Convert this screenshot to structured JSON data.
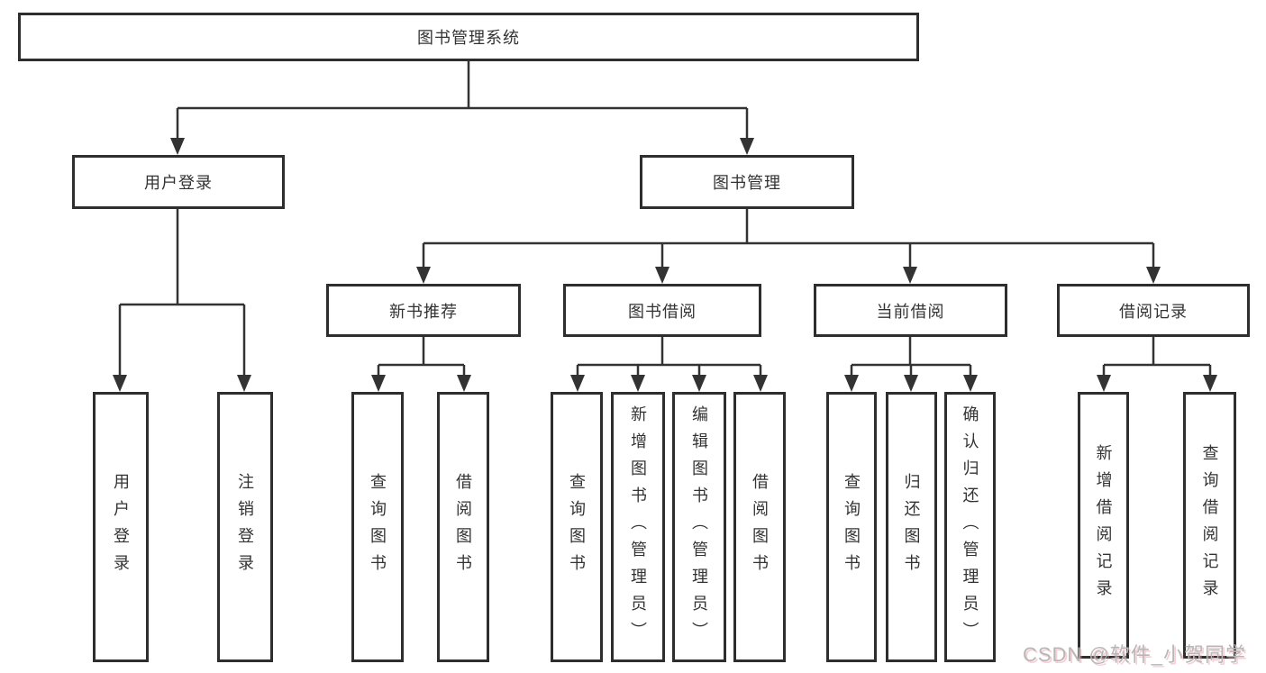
{
  "tree": {
    "root": {
      "label": "图书管理系统"
    },
    "branches": {
      "user": {
        "label": "用户登录",
        "leaves": [
          {
            "label": "用户登录"
          },
          {
            "label": "注销登录"
          }
        ]
      },
      "book": {
        "label": "图书管理",
        "groups": [
          {
            "label": "新书推荐",
            "leaves": [
              {
                "label": "查询图书"
              },
              {
                "label": "借阅图书"
              }
            ]
          },
          {
            "label": "图书借阅",
            "leaves": [
              {
                "label": "查询图书"
              },
              {
                "label": "新增图书（管理员）"
              },
              {
                "label": "编辑图书（管理员）"
              },
              {
                "label": "借阅图书"
              }
            ]
          },
          {
            "label": "当前借阅",
            "leaves": [
              {
                "label": "查询图书"
              },
              {
                "label": "归还图书"
              },
              {
                "label": "确认归还（管理员）"
              }
            ]
          },
          {
            "label": "借阅记录",
            "leaves": [
              {
                "label": "新增借阅记录"
              },
              {
                "label": "查询借阅记录"
              }
            ]
          }
        ]
      }
    }
  },
  "watermark": {
    "text": "CSDN @软件_小贺同学"
  },
  "colors": {
    "line": "#333333",
    "box_border": "#2e2e2e",
    "text": "#333333",
    "watermark": "#b7b7b7",
    "watermark_shadow": "#eb96a5"
  }
}
